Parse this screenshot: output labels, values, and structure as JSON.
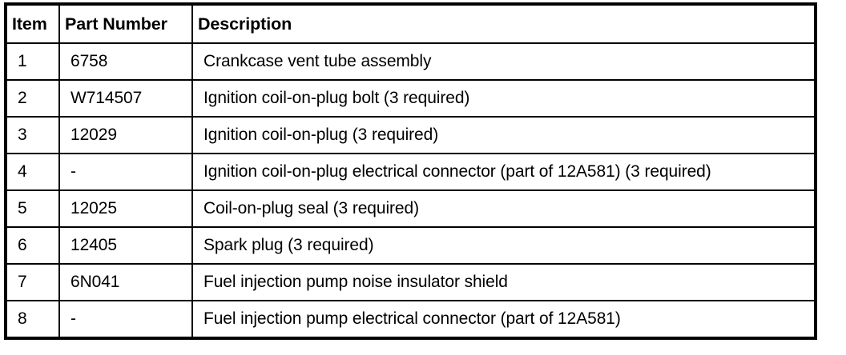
{
  "document": {
    "type": "parts-list-table",
    "background_color": "#ffffff",
    "text_color": "#000000",
    "border_color": "#000000"
  },
  "table": {
    "columns": [
      {
        "key": "item",
        "label": "Item",
        "align": "center"
      },
      {
        "key": "part_number",
        "label": "Part Number",
        "align": "center"
      },
      {
        "key": "description",
        "label": "Description",
        "align": "center"
      }
    ],
    "rows": [
      {
        "item": "1",
        "part_number": "6758",
        "description": "Crankcase vent tube assembly"
      },
      {
        "item": "2",
        "part_number": "W714507",
        "description": "Ignition coil-on-plug bolt (3 required)"
      },
      {
        "item": "3",
        "part_number": "12029",
        "description": "Ignition coil-on-plug (3 required)"
      },
      {
        "item": "4",
        "part_number": "-",
        "description": "Ignition coil-on-plug electrical connector (part of 12A581) (3 required)"
      },
      {
        "item": "5",
        "part_number": "12025",
        "description": "Coil-on-plug seal (3 required)"
      },
      {
        "item": "6",
        "part_number": "12405",
        "description": "Spark plug (3 required)"
      },
      {
        "item": "7",
        "part_number": "6N041",
        "description": "Fuel injection pump noise insulator shield"
      },
      {
        "item": "8",
        "part_number": "-",
        "description": "Fuel injection pump electrical connector (part of 12A581)"
      }
    ]
  }
}
